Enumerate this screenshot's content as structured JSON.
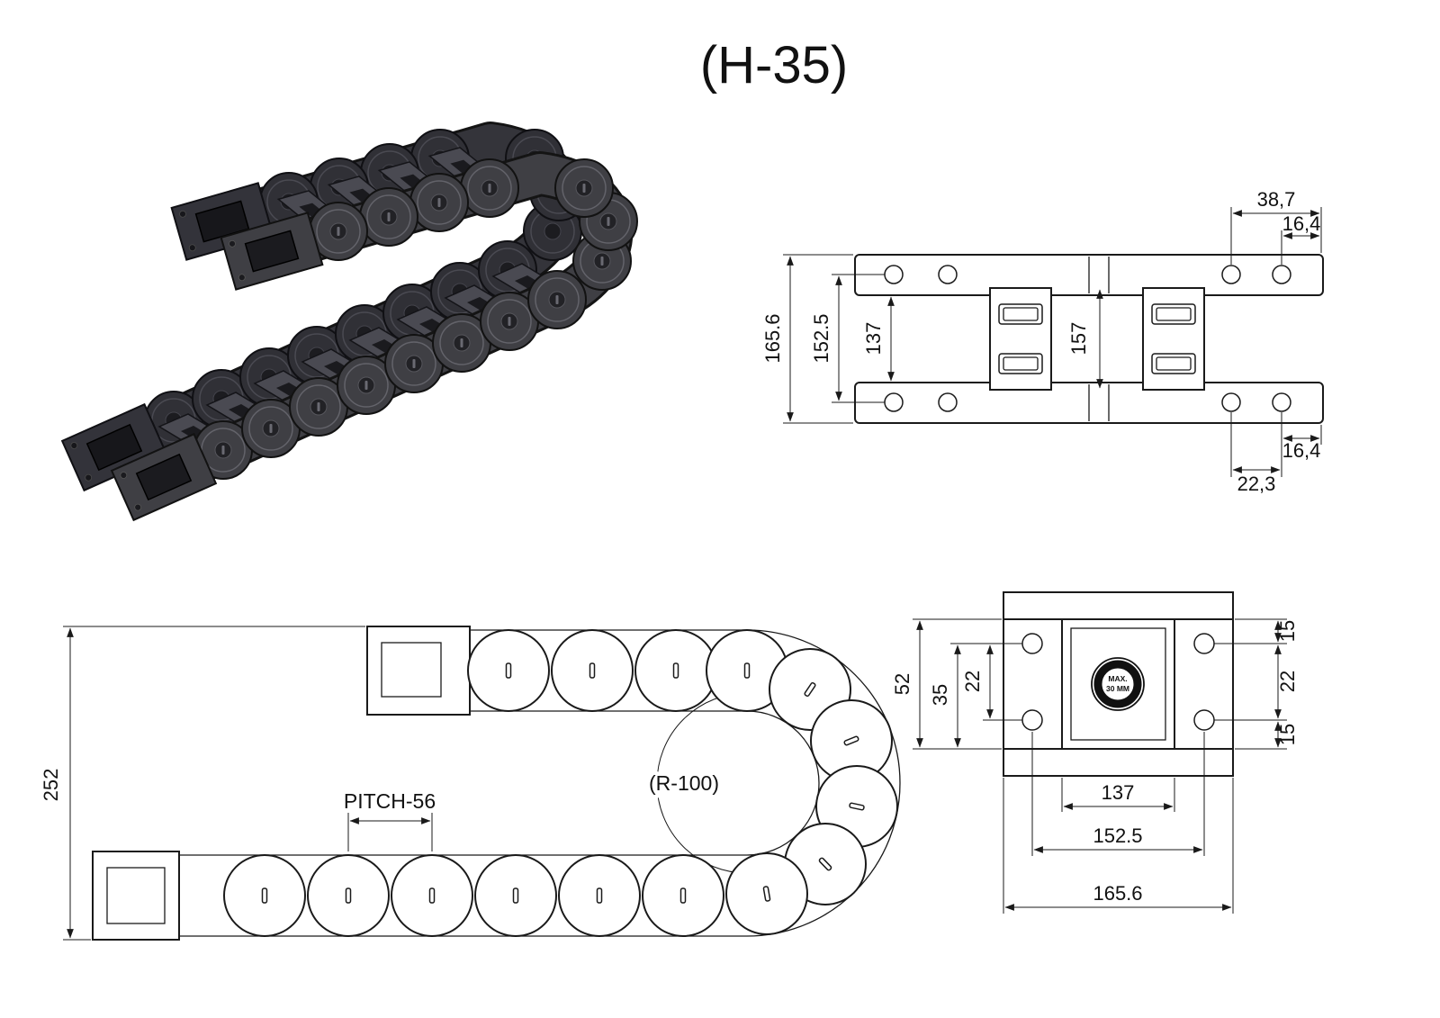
{
  "title": "(H-35)",
  "top_view": {
    "d38_7": "38,7",
    "d16_4_top": "16,4",
    "d165_6": "165.6",
    "d152_5": "152.5",
    "d137": "137",
    "d157": "157",
    "d16_4_bottom": "16,4",
    "d22_3": "22,3"
  },
  "side_view": {
    "d252": "252",
    "pitch_label": "PITCH-56",
    "radius_label": "(R-100)"
  },
  "end_view": {
    "d52": "52",
    "d35": "35",
    "d22_left": "22",
    "d15_top": "15",
    "d22_right": "22",
    "d15_bottom": "15",
    "d137": "137",
    "d152_5": "152.5",
    "d165_6": "165.6",
    "max_line1": "MAX.",
    "max_line2": "30 MM"
  }
}
